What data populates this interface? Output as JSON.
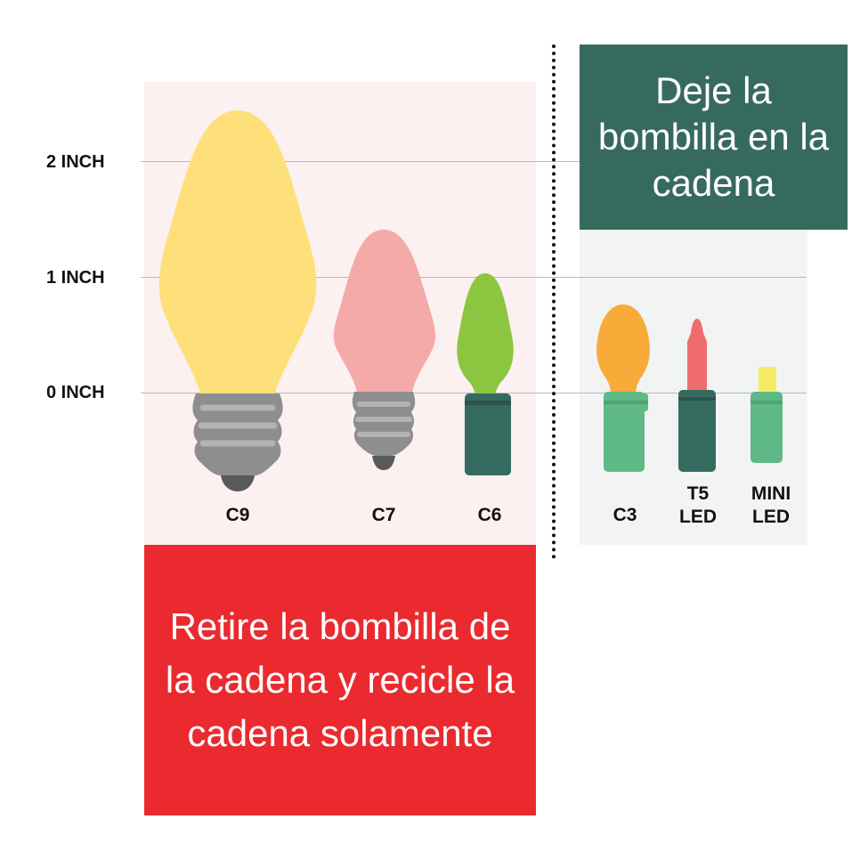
{
  "scale": {
    "labels": [
      "2 INCH",
      "1 INCH",
      "0 INCH"
    ]
  },
  "keep_section": {
    "text": "Deje la bombilla en la cadena"
  },
  "remove_section": {
    "text": "Retire la bombilla de la cadena y recicle la cadena solamente"
  },
  "bulbs": {
    "c9": {
      "label": "C9",
      "color": "#fde07a",
      "base_color": "#8e8e8e"
    },
    "c7": {
      "label": "C7",
      "color": "#f5aaaa",
      "base_color": "#8e8e8e"
    },
    "c6": {
      "label": "C6",
      "color": "#8cc640",
      "base_color": "#356b5f"
    },
    "c3": {
      "label": "C3",
      "color": "#f9ab39",
      "base_color": "#5fb986"
    },
    "t5": {
      "label": "T5\nLED",
      "color": "#ee6c6c",
      "base_color": "#356b5f"
    },
    "mini": {
      "label": "MINI\nLED",
      "color": "#f6ec64",
      "base_color": "#5fb986"
    }
  },
  "colors": {
    "remove_bg": "#ea2a2f",
    "keep_bg": "#376a5f",
    "remove_panel": "#fcf0f0",
    "keep_panel": "#f2f4f3"
  }
}
